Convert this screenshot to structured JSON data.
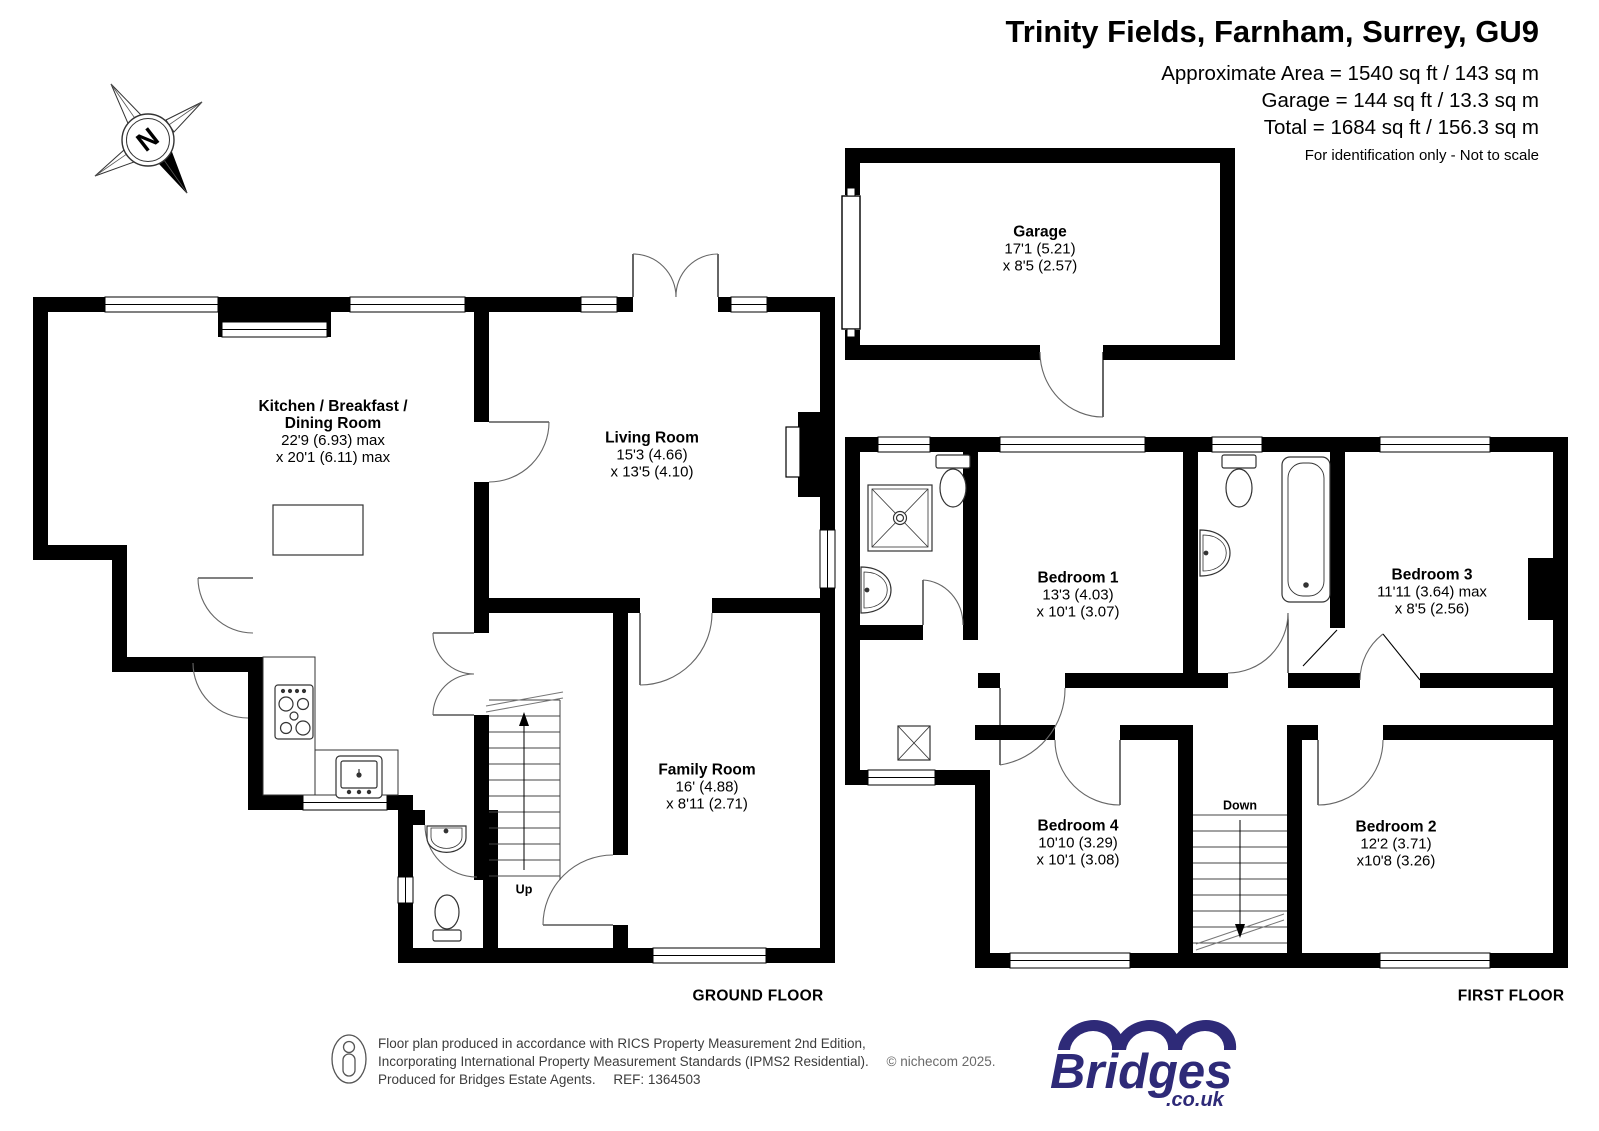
{
  "header": {
    "title": "Trinity Fields, Farnham, Surrey, GU9",
    "area_line": "Approximate Area = 1540 sq ft / 143 sq m",
    "garage_line": "Garage = 144 sq ft / 13.3 sq m",
    "total_line": "Total = 1684 sq ft / 156.3 sq m",
    "note": "For identification only - Not to scale"
  },
  "compass": {
    "label": "N"
  },
  "rooms": {
    "kitchen": {
      "name": "Kitchen / Breakfast /",
      "name2": "Dining Room",
      "dim1": "22'9 (6.93) max",
      "dim2": "x 20'1 (6.11) max"
    },
    "living": {
      "name": "Living Room",
      "dim1": "15'3 (4.66)",
      "dim2": "x 13'5 (4.10)"
    },
    "family": {
      "name": "Family Room",
      "dim1": "16' (4.88)",
      "dim2": "x 8'11 (2.71)"
    },
    "garage": {
      "name": "Garage",
      "dim1": "17'1 (5.21)",
      "dim2": "x 8'5 (2.57)"
    },
    "bedroom1": {
      "name": "Bedroom 1",
      "dim1": "13'3 (4.03)",
      "dim2": "x 10'1 (3.07)"
    },
    "bedroom2": {
      "name": "Bedroom 2",
      "dim1": "12'2 (3.71)",
      "dim2": "x10'8 (3.26)"
    },
    "bedroom3": {
      "name": "Bedroom 3",
      "dim1": "11'11 (3.64) max",
      "dim2": "x 8'5 (2.56)"
    },
    "bedroom4": {
      "name": "Bedroom 4",
      "dim1": "10'10 (3.29)",
      "dim2": "x 10'1 (3.08)"
    }
  },
  "stairs": {
    "up": "Up",
    "down": "Down"
  },
  "floor_labels": {
    "ground": "GROUND FLOOR",
    "first": "FIRST FLOOR"
  },
  "footer": {
    "line1": "Floor plan produced in accordance with RICS Property Measurement 2nd Edition,",
    "line2": "Incorporating International Property Measurement Standards (IPMS2 Residential).",
    "copyright": "© nichecom 2025.",
    "line3": "Produced for Bridges Estate Agents.",
    "ref": "REF: 1364503",
    "logo_name": "Bridges",
    "logo_tld": ".co.uk",
    "logo_color": "#2e2a78"
  }
}
